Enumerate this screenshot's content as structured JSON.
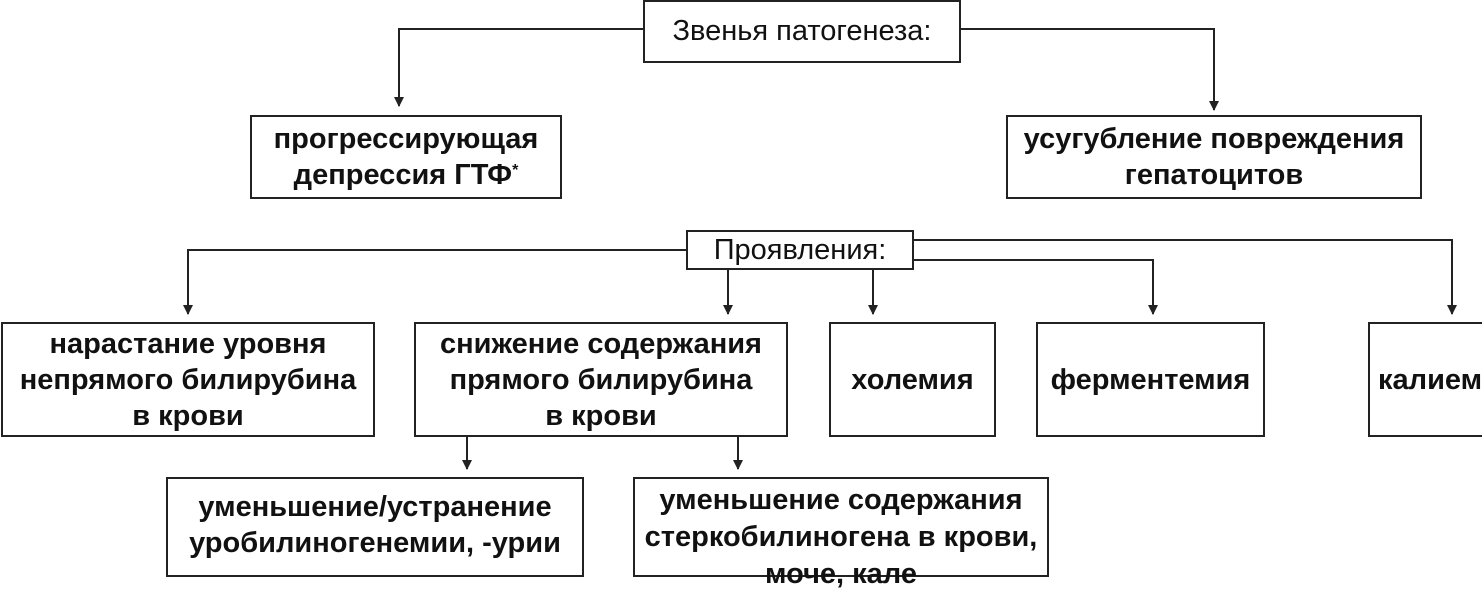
{
  "diagram": {
    "header_links": {
      "label": "Звенья патогенеза:"
    },
    "link_ghf": {
      "text": "прогрессирующая\nдепрессия ГТФ",
      "footnote_mark": "*"
    },
    "link_hepatocytes": {
      "text": "усугубление повреждения\nгепатоцитов"
    },
    "header_manifestations": {
      "label": "Проявления:"
    },
    "manifest_indirect_bilirubin": {
      "text": "нарастание уровня\nнепрямого билирубина\nв крови"
    },
    "manifest_direct_bilirubin": {
      "text": "снижение содержания\nпрямого билирубина\nв крови"
    },
    "manifest_cholemia": {
      "text": "холемия"
    },
    "manifest_fermentemia": {
      "text": "ферментемия"
    },
    "manifest_kaliemia": {
      "text": "калием"
    },
    "sub_urobilinogen": {
      "text": "уменьшение/устранение\nуробилиногенемии, -урии"
    },
    "sub_stercobilinogen": {
      "text": "уменьшение содержания\nстеркобилиногена в крови,\nмоче, кале"
    }
  },
  "colors": {
    "line": "#222222",
    "fill": "#ffffff",
    "text": "#111111"
  }
}
